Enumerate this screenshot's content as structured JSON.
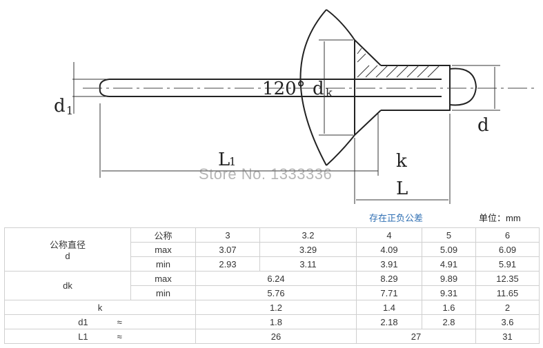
{
  "drawing": {
    "labels": {
      "d1": "d1",
      "angle": "120°",
      "dk": "dk",
      "L1": "L1",
      "k": "k",
      "L": "L",
      "d": "d"
    }
  },
  "watermark": "Store No. 1333336",
  "notes": {
    "tolerance": "存在正负公差",
    "unit": "单位：mm"
  },
  "table": {
    "header": {
      "label": "公称",
      "sizes": [
        "3",
        "3.2",
        "4",
        "5",
        "6"
      ]
    },
    "nominal_label_line1": "公称直径",
    "nominal_label_line2": "d",
    "d_max": {
      "label": "max",
      "values": [
        "3.07",
        "3.29",
        "4.09",
        "5.09",
        "6.09"
      ]
    },
    "d_min": {
      "label": "min",
      "values": [
        "2.93",
        "3.11",
        "3.91",
        "4.91",
        "5.91"
      ]
    },
    "dk_label": "dk",
    "dk_max": {
      "label": "max",
      "values": [
        "6.24",
        "8.29",
        "9.89",
        "12.35"
      ]
    },
    "dk_min": {
      "label": "min",
      "values": [
        "5.76",
        "7.71",
        "9.31",
        "11.65"
      ]
    },
    "k": {
      "label": "k",
      "values": [
        "1.2",
        "1.4",
        "1.6",
        "2"
      ]
    },
    "d1": {
      "label": "d1",
      "approx": "≈",
      "values": [
        "1.8",
        "2.18",
        "2.8",
        "3.6"
      ]
    },
    "L1": {
      "label": "L1",
      "approx": "≈",
      "values": [
        "26",
        "27",
        "31"
      ]
    }
  }
}
